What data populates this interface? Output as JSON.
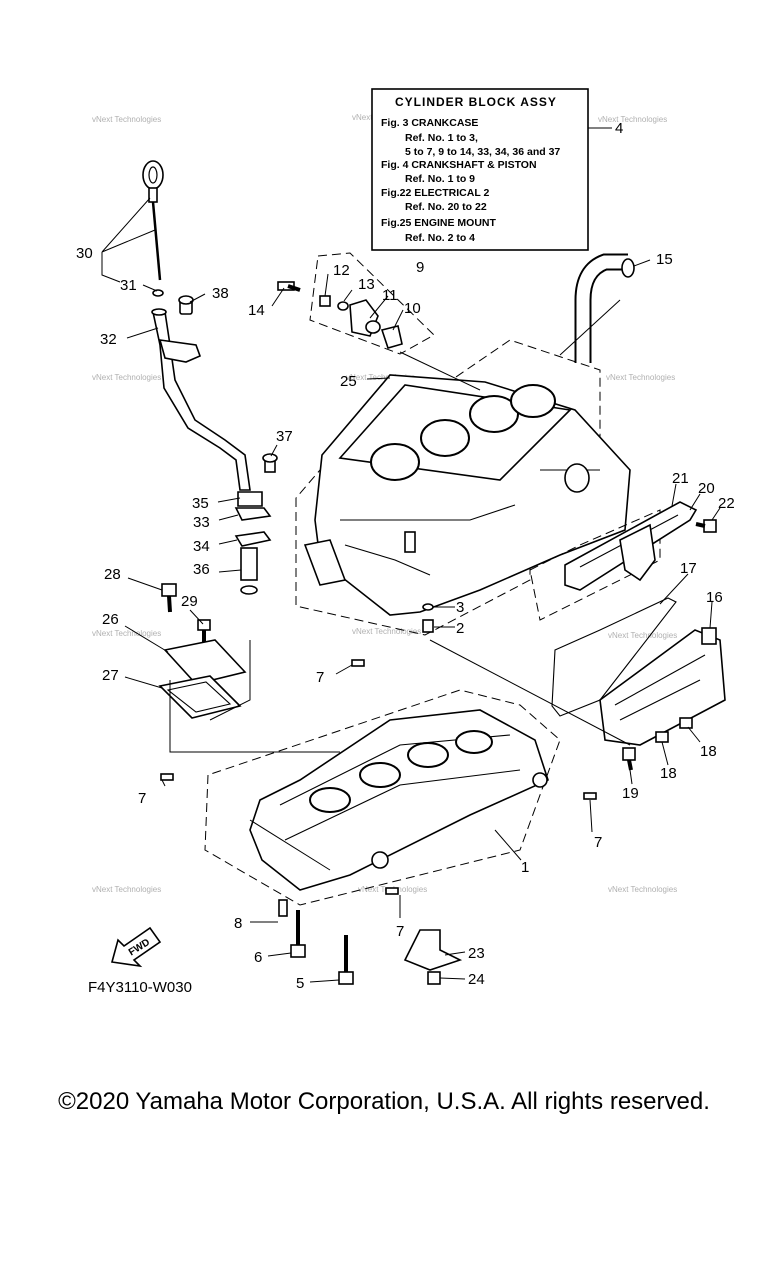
{
  "title_box": {
    "heading": "CYLINDER BLOCK ASSY",
    "lines": [
      "Fig.  3 CRANKCASE",
      "Ref. No. 1 to 3,",
      "5 to 7, 9 to 14, 33, 34, 36 and 37",
      "Fig.  4 CRANKSHAFT & PISTON",
      "Ref. No. 1 to 9",
      "Fig.22 ELECTRICAL 2",
      "Ref. No. 20 to 22",
      "Fig.25 ENGINE MOUNT",
      "Ref. No. 2 to 4"
    ],
    "ref": "4"
  },
  "part_labels": [
    "30",
    "31",
    "32",
    "38",
    "12",
    "13",
    "9",
    "11",
    "10",
    "14",
    "15",
    "25",
    "37",
    "35",
    "33",
    "34",
    "36",
    "28",
    "29",
    "26",
    "27",
    "7",
    "7",
    "7",
    "7",
    "3",
    "2",
    "21",
    "20",
    "22",
    "17",
    "16",
    "18",
    "18",
    "19",
    "1",
    "8",
    "6",
    "5",
    "23",
    "24"
  ],
  "fwd_label": "FWD",
  "figure_code": "F4Y3110-W030",
  "watermark": "vNext Technologies",
  "copyright": "©2020 Yamaha Motor Corporation, U.S.A. All rights reserved."
}
